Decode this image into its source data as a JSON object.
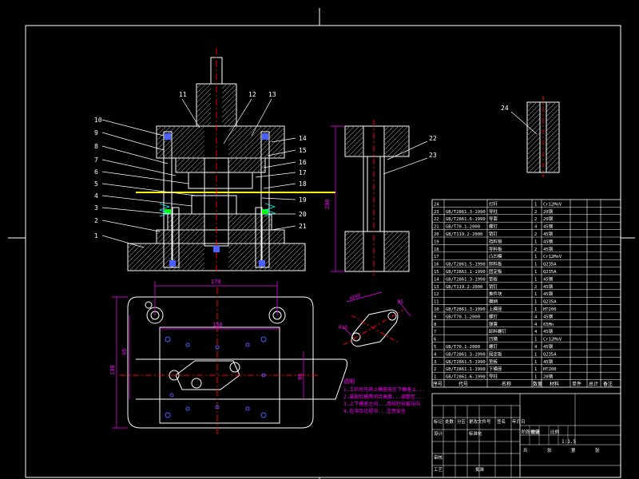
{
  "colors": {
    "background": "#000000",
    "frame": "#ffffff",
    "hatch": "#7f7f7f",
    "part": "#ffffff",
    "leader": "#ffffff",
    "dimension": "#ff00ff",
    "centerline": "#ff0000",
    "accent_yellow": "#ffff00",
    "accent_cyan": "#00ffff",
    "accent_green": "#00ff00",
    "accent_blue": "#4a60ff",
    "note": "#ff00ff"
  },
  "section_view": {
    "callouts_left": [
      "10",
      "9",
      "8",
      "7",
      "6",
      "5",
      "4",
      "3",
      "2",
      "1"
    ],
    "callouts_top": [
      "11",
      "12",
      "13"
    ],
    "callouts_right": [
      "14",
      "15",
      "16",
      "17",
      "18",
      "19",
      "20",
      "21"
    ]
  },
  "side_view": {
    "callouts": [
      "22",
      "23"
    ],
    "height_dim": "200"
  },
  "detail_view": {
    "callout": "24"
  },
  "plan_view": {
    "dims": {
      "outer_width": "170",
      "inner_width": "150",
      "height_outer": "130",
      "height_inner": "95",
      "height_right": "95"
    },
    "note_title": "说明",
    "note_lines": [
      "1.工作时先将上模座放在下模座上...",
      "2.装配后模具闭合高度...调整至...",
      "3.上下模座之间...用导柱导套导向",
      "4.在冲压过程中...注意安全"
    ]
  },
  "blank_view": {
    "dims": [
      "R10",
      "4X40",
      "R5"
    ]
  },
  "bom": {
    "rows": [
      {
        "no": "24",
        "std": "",
        "name": "打杆",
        "qty": "1",
        "mat": "Cr12MoV"
      },
      {
        "no": "23",
        "std": "GB/T2861.3-1990",
        "name": "导柱",
        "qty": "2",
        "mat": "20钢"
      },
      {
        "no": "22",
        "std": "GB/T2861.6-1990",
        "name": "导套",
        "qty": "2",
        "mat": "20钢"
      },
      {
        "no": "21",
        "std": "GB/T70.1-2000",
        "name": "螺钉",
        "qty": "4",
        "mat": "45钢"
      },
      {
        "no": "20",
        "std": "GB/T119.2-2000",
        "name": "销钉",
        "qty": "2",
        "mat": "45钢"
      },
      {
        "no": "19",
        "std": "",
        "name": "挡料销",
        "qty": "1",
        "mat": "45钢"
      },
      {
        "no": "18",
        "std": "",
        "name": "导料板",
        "qty": "2",
        "mat": "45钢"
      },
      {
        "no": "17",
        "std": "",
        "name": "凸凹模",
        "qty": "1",
        "mat": "Cr12MoV"
      },
      {
        "no": "16",
        "std": "GB/T2861.5-1990",
        "name": "卸料板",
        "qty": "1",
        "mat": "Q235A"
      },
      {
        "no": "15",
        "std": "GB/T2861.1-1990",
        "name": "固定板",
        "qty": "1",
        "mat": "Q235A"
      },
      {
        "no": "14",
        "std": "GB/T2861.3-1990",
        "name": "垫板",
        "qty": "1",
        "mat": "45钢"
      },
      {
        "no": "13",
        "std": "GB/T119.2-2000",
        "name": "销钉",
        "qty": "2",
        "mat": "45钢"
      },
      {
        "no": "12",
        "std": "",
        "name": "推件块",
        "qty": "1",
        "mat": "45钢"
      },
      {
        "no": "11",
        "std": "",
        "name": "模柄",
        "qty": "1",
        "mat": "Q235A"
      },
      {
        "no": "10",
        "std": "GB/T2861.3-1990",
        "name": "上模座",
        "qty": "1",
        "mat": "HT200"
      },
      {
        "no": "9",
        "std": "GB/T70.1-2000",
        "name": "螺钉",
        "qty": "4",
        "mat": "45钢"
      },
      {
        "no": "8",
        "std": "",
        "name": "弹簧",
        "qty": "4",
        "mat": "65Mn"
      },
      {
        "no": "7",
        "std": "",
        "name": "卸料螺钉",
        "qty": "4",
        "mat": "45钢"
      },
      {
        "no": "6",
        "std": "",
        "name": "凹模",
        "qty": "1",
        "mat": "Cr12MoV"
      },
      {
        "no": "5",
        "std": "GB/T70.1-2000",
        "name": "螺钉",
        "qty": "4",
        "mat": "45钢"
      },
      {
        "no": "4",
        "std": "GB/T2861.3-1990",
        "name": "固定板",
        "qty": "1",
        "mat": "Q235A"
      },
      {
        "no": "3",
        "std": "GB/T2861.5-1990",
        "name": "垫板",
        "qty": "1",
        "mat": "45钢"
      },
      {
        "no": "2",
        "std": "GB/T2861.1-1990",
        "name": "下模座",
        "qty": "1",
        "mat": "HT200"
      },
      {
        "no": "1",
        "std": "GB/T2861.6-1990",
        "name": "导柱",
        "qty": "1",
        "mat": "20钢"
      }
    ],
    "header": {
      "no": "序号",
      "std": "代号",
      "name": "名称",
      "qty": "数量",
      "mat": "材料",
      "unit": "单件",
      "total": "总计",
      "remark": "备注"
    }
  },
  "title_block": {
    "labels": [
      "标记",
      "处数",
      "分区",
      "更改文件号",
      "签名",
      "年月日",
      "设计",
      "标准化",
      "阶段标记",
      "重量",
      "比例",
      "审核",
      "工艺",
      "批准"
    ],
    "scale": "1:1.5",
    "sheet_labels": [
      "共",
      "张",
      "第",
      "张"
    ]
  }
}
